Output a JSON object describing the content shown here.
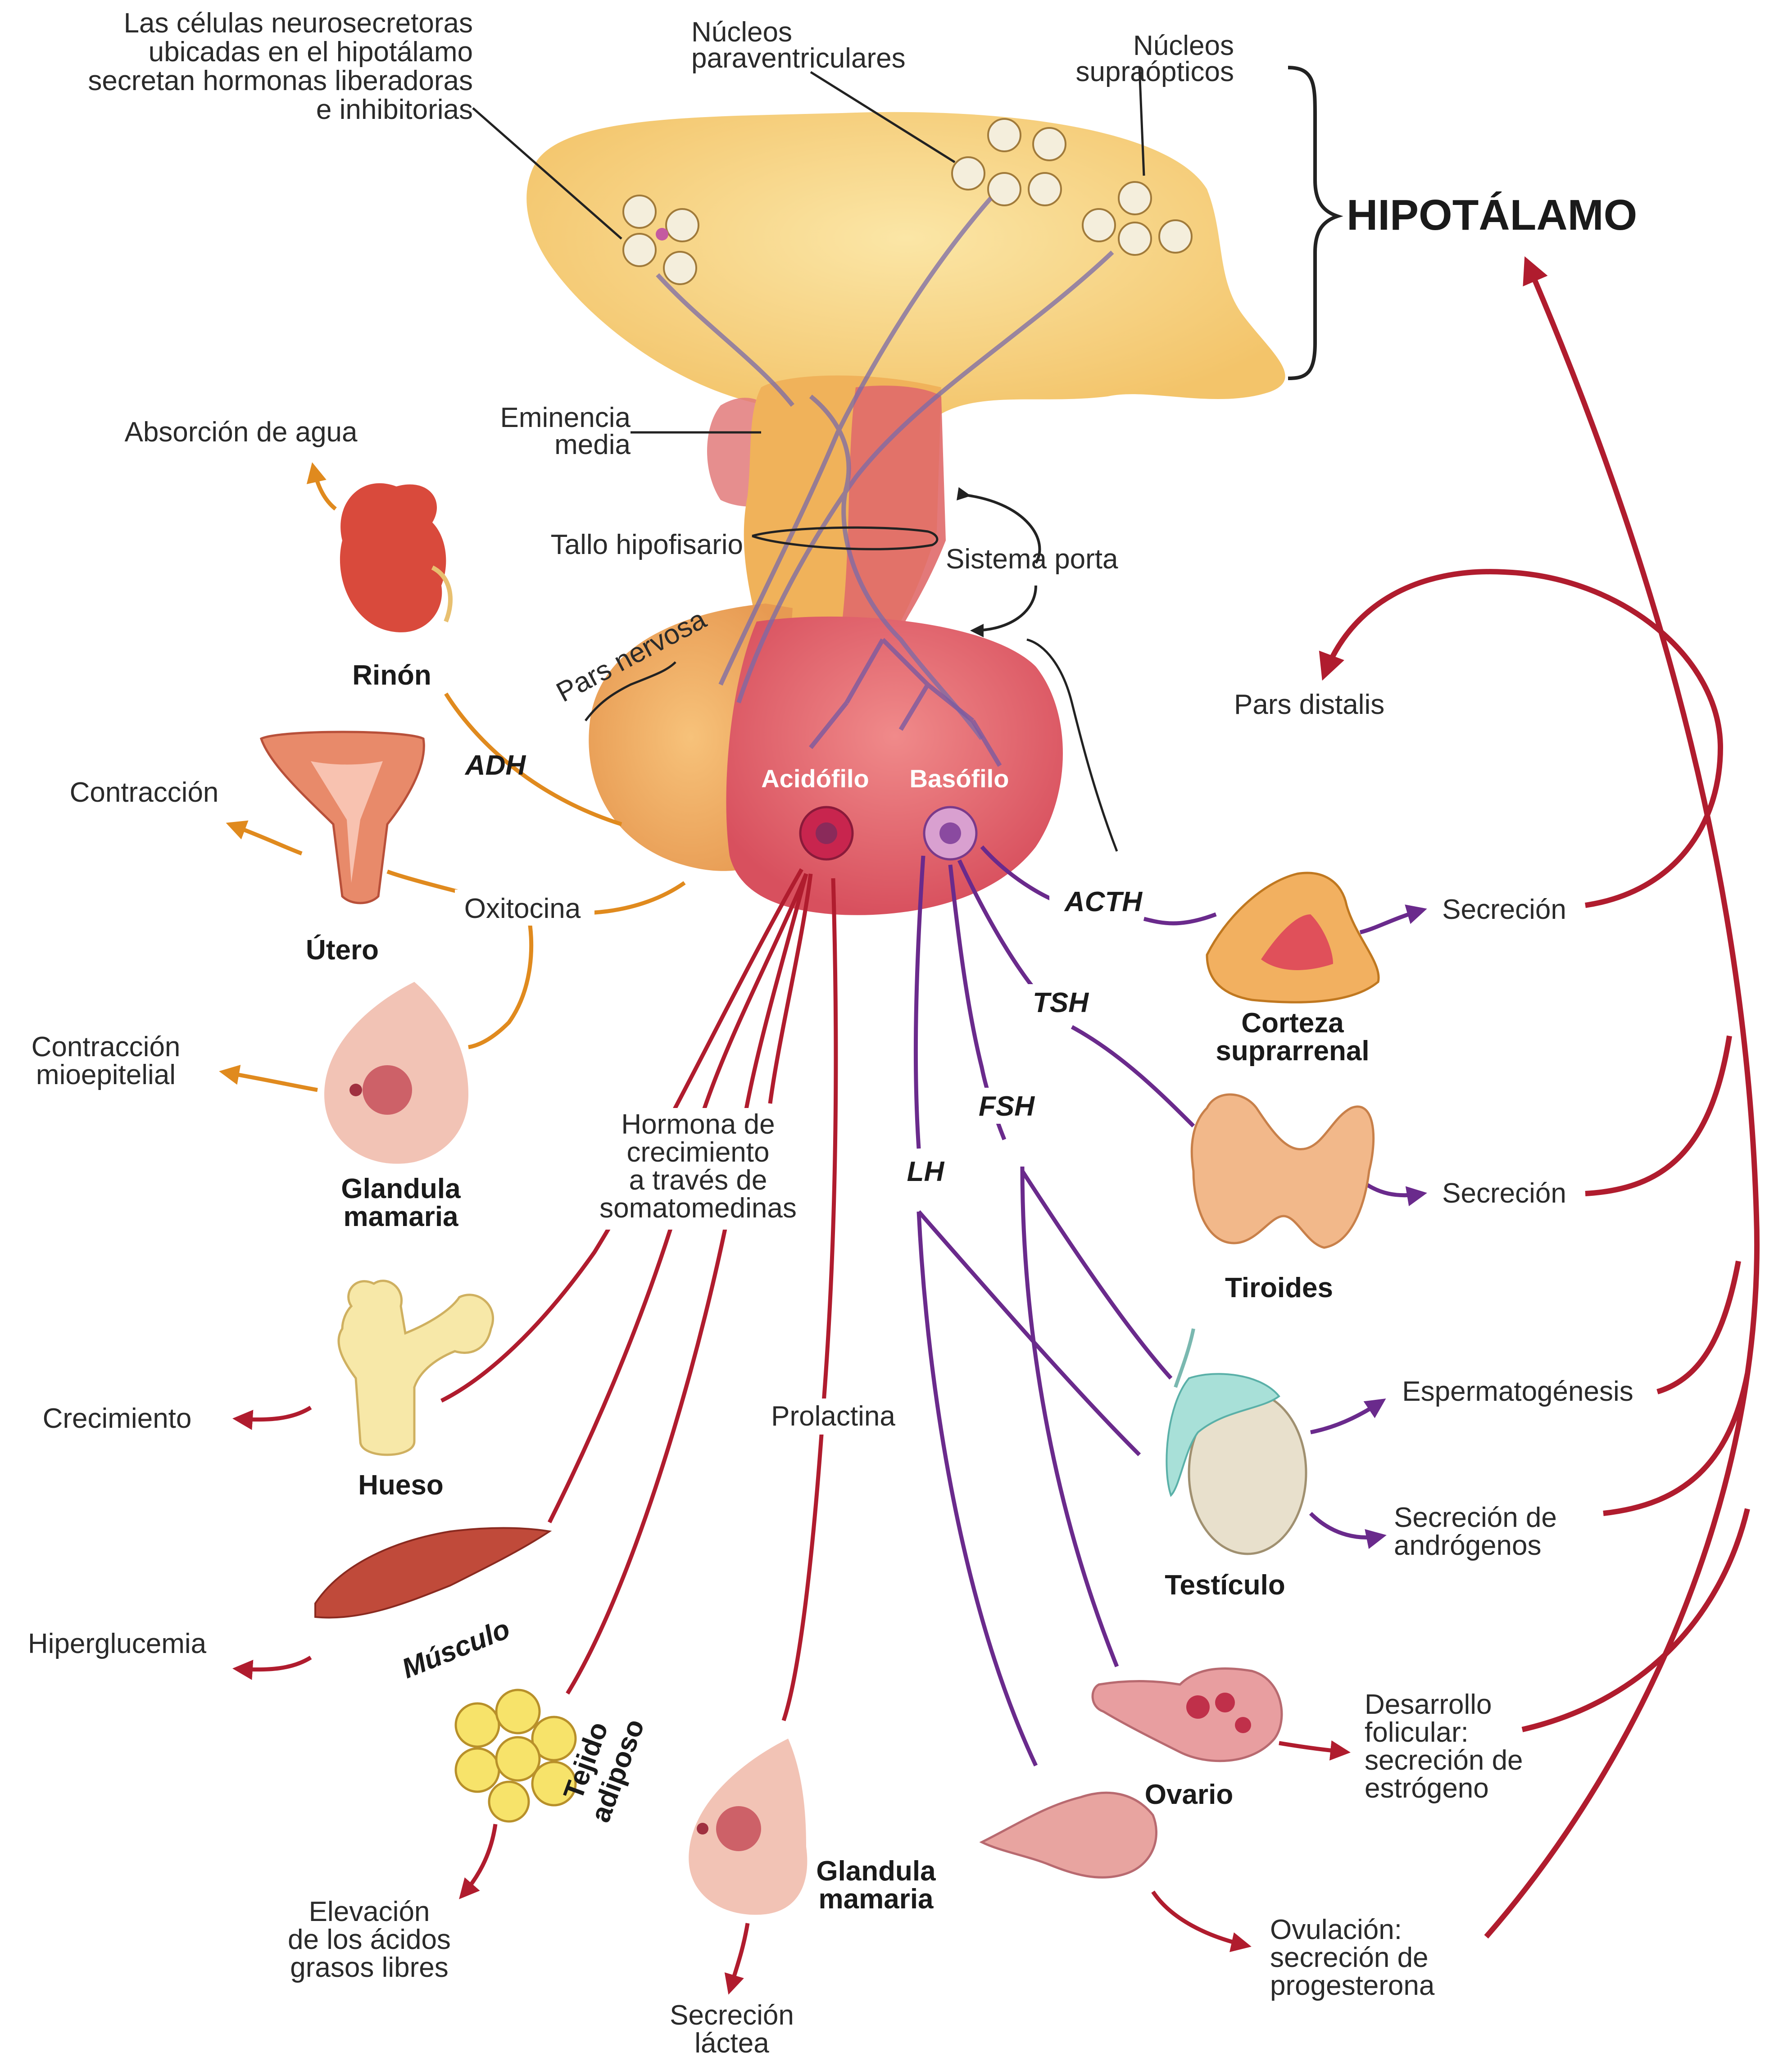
{
  "title": "HIPOTÁLAMO",
  "colors": {
    "hormone_posterior": "#e08a1e",
    "hormone_acidophil": "#b01c2e",
    "hormone_basophil": "#6a2a8c",
    "feedback": "#b01c2e",
    "gland_tissue": "#e06a6a",
    "hypothalamus": "#f5d27a"
  },
  "structure_labels": {
    "neurosecretory_cells": [
      "Las células neurosecretoras",
      "ubicadas en el hipotálamo",
      "secretan hormonas liberadoras",
      "e inhibitorias"
    ],
    "paraventricular": [
      "Núcleos",
      "paraventriculares"
    ],
    "supraoptic": [
      "Núcleos",
      "supraópticos"
    ],
    "median_eminence": [
      "Eminencia",
      "media"
    ],
    "stalk": "Tallo hipofisario",
    "portal_system": "Sistema porta",
    "pars_nervosa": "Pars nervosa",
    "pars_distalis": "Pars distalis",
    "acidophil": "Acidófilo",
    "basophil": "Basófilo"
  },
  "hormones": {
    "adh": "ADH",
    "oxytocin": "Oxitocina",
    "acth": "ACTH",
    "tsh": "TSH",
    "fsh": "FSH",
    "lh": "LH",
    "growth_hormone": [
      "Hormona de",
      "crecimiento",
      "a través de",
      "somatomedinas"
    ],
    "prolactin": "Prolactina"
  },
  "organs": {
    "kidney": "Rinón",
    "uterus": "Útero",
    "breast_left": [
      "Glandula",
      "mamaria"
    ],
    "bone": "Hueso",
    "muscle": "Músculo",
    "adipose": [
      "Tejido",
      "adiposo"
    ],
    "breast_bottom": [
      "Glandula",
      "mamaria"
    ],
    "adrenal": [
      "Corteza",
      "suprarrenal"
    ],
    "thyroid": "Tiroides",
    "testis": "Testículo",
    "ovary": "Ovario"
  },
  "effects": {
    "water": "Absorción de agua",
    "contraction": "Contracción",
    "myoepithelial": [
      "Contracción",
      "mioepitelial"
    ],
    "growth": "Crecimiento",
    "hyperglycemia": "Hiperglucemia",
    "fatty_acids": [
      "Elevación",
      "de los ácidos",
      "grasos libres"
    ],
    "milk": [
      "Secreción",
      "láctea"
    ],
    "adrenal_secretion": "Secreción",
    "thyroid_secretion": "Secreción",
    "spermatogenesis": "Espermatogénesis",
    "androgens": [
      "Secreción de",
      "andrógenos"
    ],
    "follicular": [
      "Desarrollo",
      "folicular:",
      "secreción de",
      "estrógeno"
    ],
    "ovulation": [
      "Ovulación:",
      "secreción de",
      "progesterona"
    ]
  }
}
